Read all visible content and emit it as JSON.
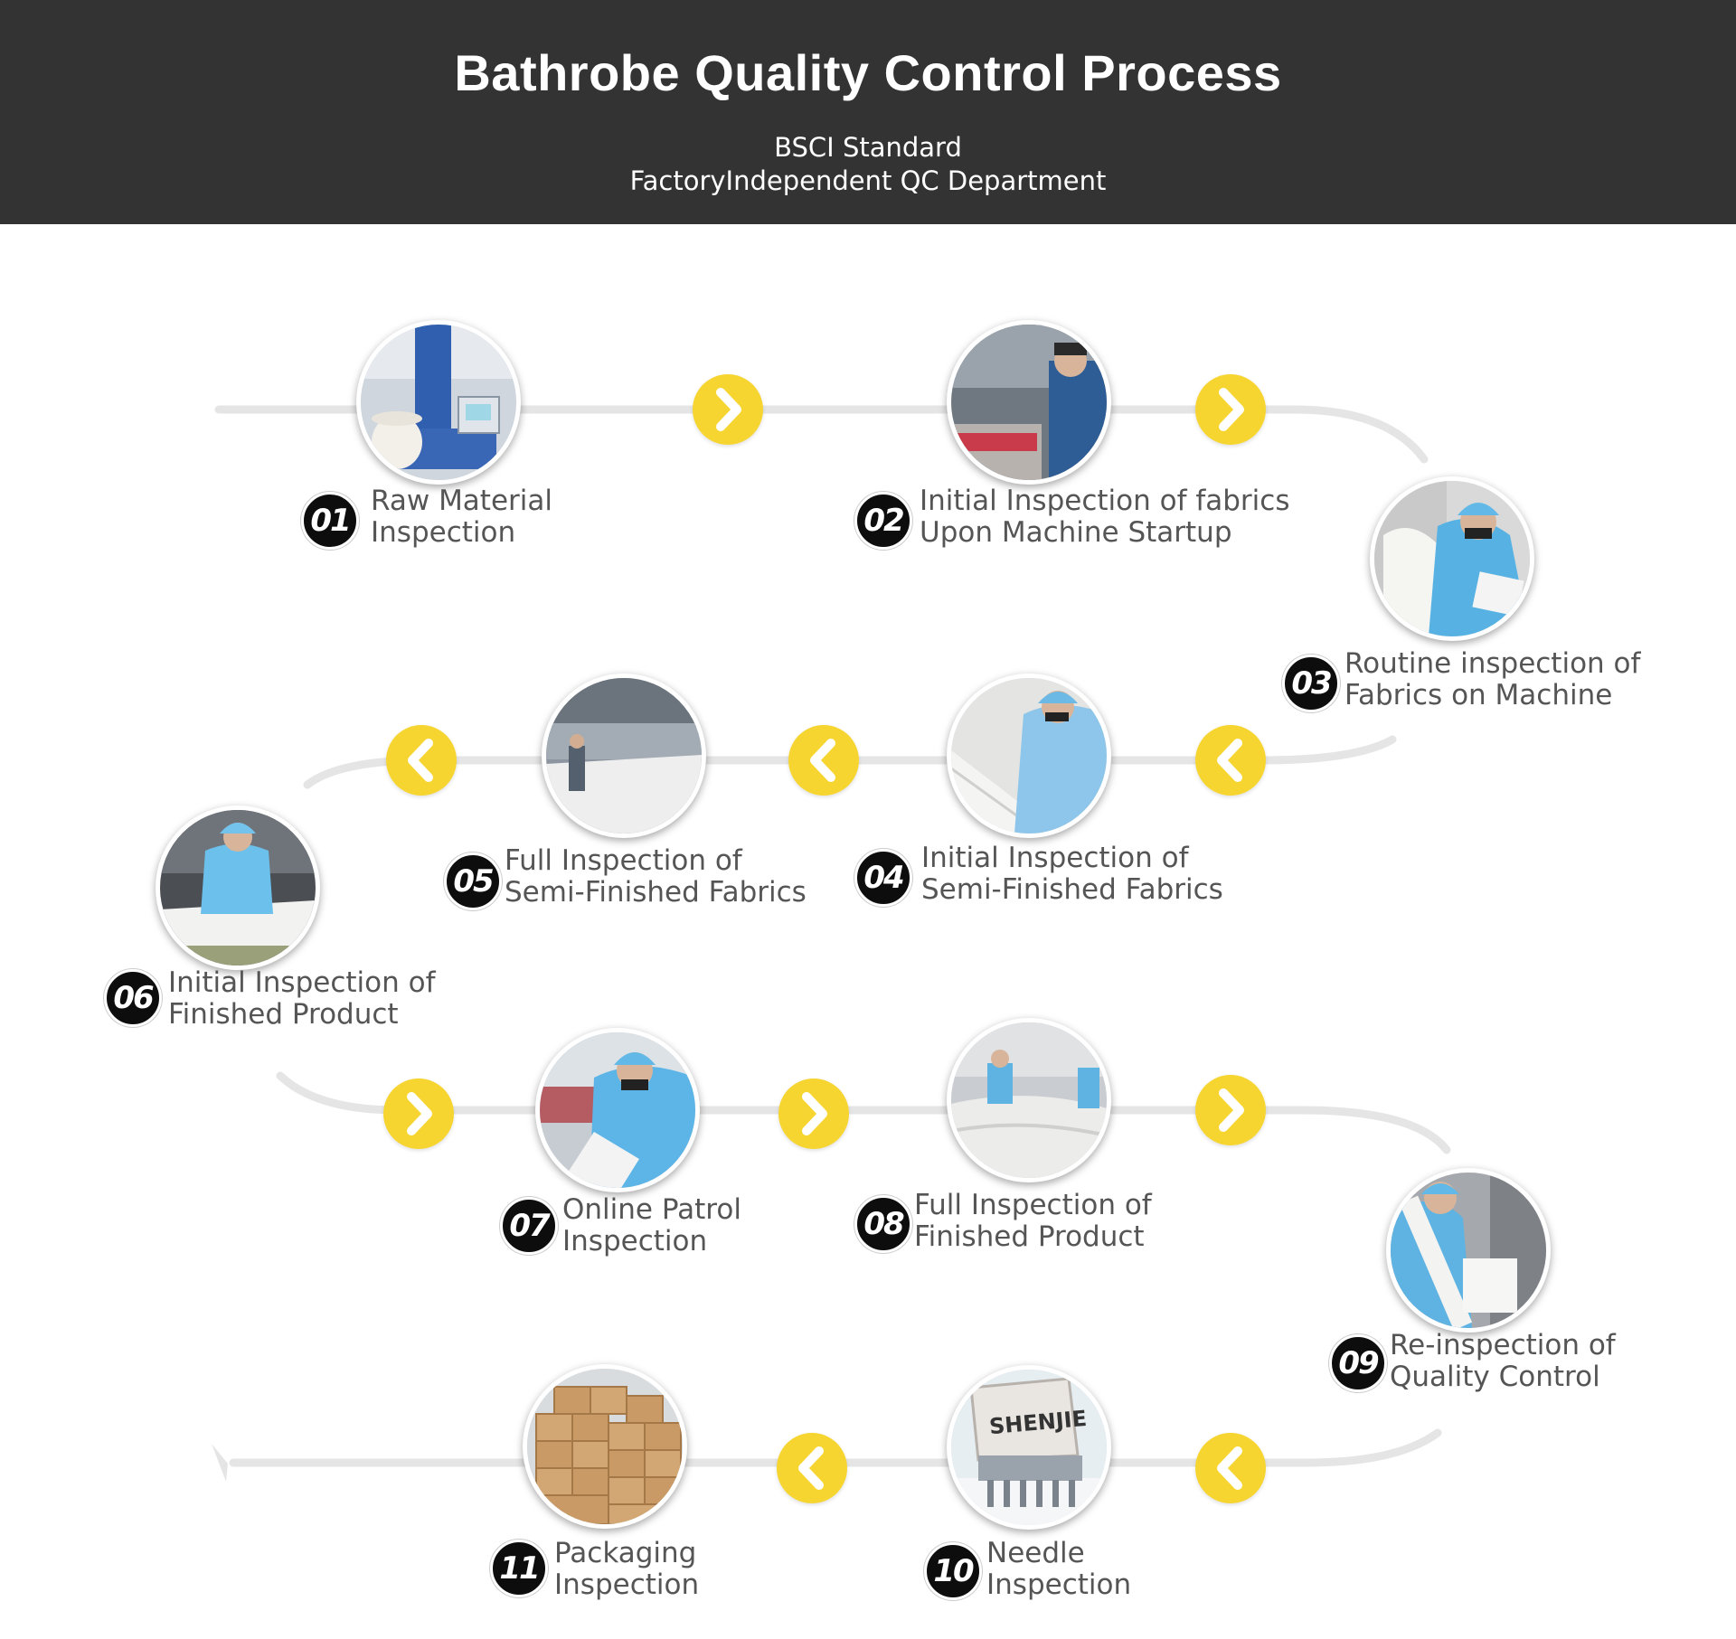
{
  "header": {
    "title": "Bathrobe Quality Control Process",
    "subtitle_line1": "BSCI Standard",
    "subtitle_line2": "FactoryIndependent QC Department"
  },
  "colors": {
    "header_bg": "#333333",
    "connector_yellow": "#f7d531",
    "flow_line": "#e5e5e5",
    "badge_bg": "#0d0d0d",
    "label_text": "#555555"
  },
  "steps": [
    {
      "number": "01",
      "line1": "Raw Material",
      "line2": "Inspection"
    },
    {
      "number": "02",
      "line1": "Initial Inspection of fabrics",
      "line2": "Upon Machine Startup"
    },
    {
      "number": "03",
      "line1": "Routine inspection of",
      "line2": "Fabrics on Machine"
    },
    {
      "number": "04",
      "line1": "Initial Inspection of",
      "line2": "Semi-Finished Fabrics"
    },
    {
      "number": "05",
      "line1": "Full Inspection of",
      "line2": "Semi-Finished Fabrics"
    },
    {
      "number": "06",
      "line1": "Initial Inspection of",
      "line2": "Finished Product"
    },
    {
      "number": "07",
      "line1": "Online Patrol",
      "line2": "Inspection"
    },
    {
      "number": "08",
      "line1": "Full Inspection of",
      "line2": "Finished Product"
    },
    {
      "number": "09",
      "line1": "Re-inspection of",
      "line2": "Quality Control"
    },
    {
      "number": "10",
      "line1": "Needle",
      "line2": "Inspection"
    },
    {
      "number": "11",
      "line1": "Packaging",
      "line2": "Inspection"
    }
  ],
  "photo_brand_text": "SHENJIE",
  "icons": [
    "chevron-right-icon",
    "chevron-left-icon",
    "arrow-left-icon"
  ]
}
